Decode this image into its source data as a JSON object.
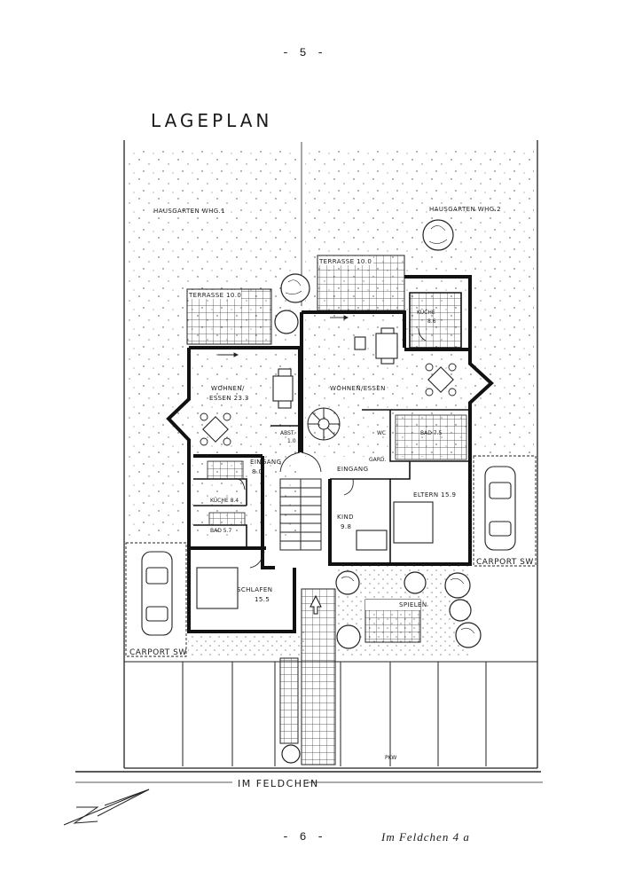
{
  "page": {
    "top_number": "- 5 -",
    "bottom_number": "- 6 -",
    "address": "Im Feldchen 4 a"
  },
  "plan": {
    "title": "LAGEPLAN",
    "street": "IM FELDCHEN",
    "labels": {
      "garden_1": "HAUSGARTEN WHG.1",
      "garden_2": "HAUSGARTEN WHG.2",
      "terrace_1": "TERRASSE 10.0",
      "terrace_2": "TERRASSE 10.0",
      "kitchen": "KÜCHE",
      "kitchen_area": "8.6",
      "living_1_a": "WOHNEN/",
      "living_1_b": "ESSEN 23.3",
      "living_2": "WOHNEN/ESSEN",
      "abst": "ABST.",
      "abst_area": "1.0",
      "wc": "WC",
      "bath_2": "BAD 7.5",
      "entrance_1": "EINGANG",
      "entrance_1_area": "8.0",
      "entrance_2": "EINGANG",
      "garderobe": "GARD.",
      "kitchen_1": "KÜCHE 8.4",
      "bath_1": "BAD 5.7",
      "child": "KIND",
      "child_area": "9.8",
      "parents": "ELTERN 15.9",
      "bedroom": "SCHLAFEN",
      "bedroom_area": "15.5",
      "carport_1": "CARPORT SW",
      "carport_2": "CARPORT SW",
      "play": "SPIELEN",
      "pkw": "PKW"
    }
  }
}
